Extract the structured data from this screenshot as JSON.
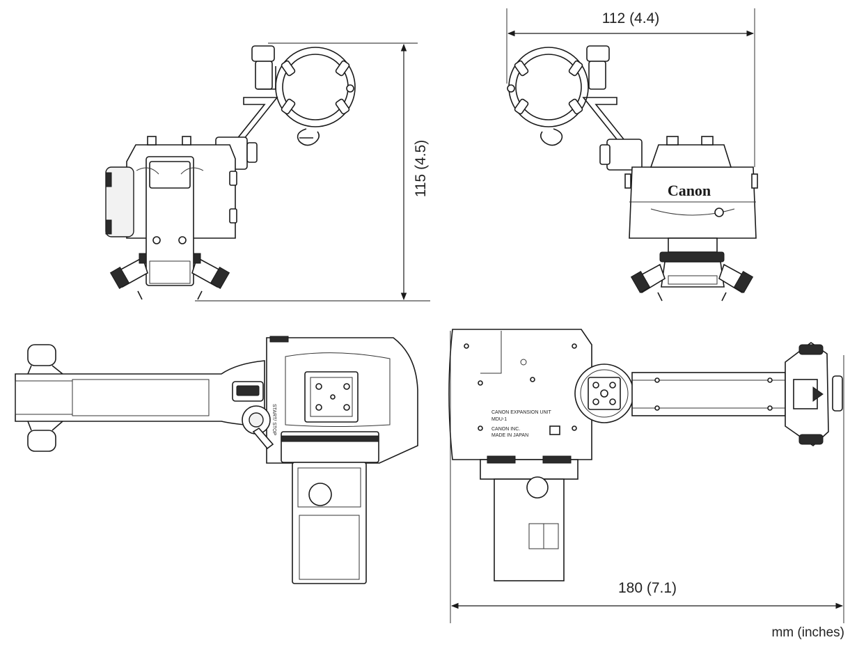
{
  "dimensions": {
    "width": "112 (4.4)",
    "height": "115 (4.5)",
    "length": "180 (7.1)"
  },
  "units_note": "mm (inches)",
  "brand_logo": "Canon",
  "body_labels": {
    "model_line1": "CANON EXPANSION UNIT",
    "model_line2": "MDU-1",
    "maker_line1": "CANON INC.",
    "maker_line2": "MADE IN JAPAN",
    "start_stop": "START/ STOP"
  },
  "colors": {
    "line": "#1a1a1a",
    "background": "#ffffff"
  }
}
